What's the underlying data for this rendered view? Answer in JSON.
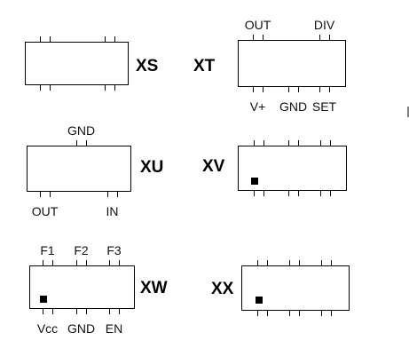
{
  "chips": [
    {
      "id": "xs",
      "name": "XS",
      "top_pins": [
        {
          "label": ""
        },
        {
          "label": ""
        },
        {
          "label": ""
        }
      ],
      "bottom_pins": [
        {
          "label": ""
        },
        {
          "label": ""
        },
        {
          "label": ""
        }
      ],
      "marker": false
    },
    {
      "id": "xt",
      "name": "XT",
      "top_pins": [
        {
          "label": "OUT"
        },
        {
          "label": "DIV"
        }
      ],
      "bottom_pins": [
        {
          "label": "V+"
        },
        {
          "label": "GND"
        },
        {
          "label": "SET"
        }
      ],
      "marker": false
    },
    {
      "id": "xu",
      "name": "XU",
      "top_pins": [
        {
          "label": "GND"
        }
      ],
      "bottom_pins": [
        {
          "label": "OUT"
        },
        {
          "label": "IN"
        }
      ],
      "marker": false
    },
    {
      "id": "xv",
      "name": "XV",
      "top_pins": [
        {
          "label": ""
        },
        {
          "label": ""
        },
        {
          "label": ""
        }
      ],
      "bottom_pins": [
        {
          "label": ""
        },
        {
          "label": ""
        },
        {
          "label": ""
        }
      ],
      "marker": true
    },
    {
      "id": "xw",
      "name": "XW",
      "top_pins": [
        {
          "label": "F1"
        },
        {
          "label": "F2"
        },
        {
          "label": "F3"
        }
      ],
      "bottom_pins": [
        {
          "label": "Vcc"
        },
        {
          "label": "GND"
        },
        {
          "label": "EN"
        }
      ],
      "marker": true
    },
    {
      "id": "xx",
      "name": "XX",
      "top_pins": [
        {
          "label": ""
        },
        {
          "label": ""
        },
        {
          "label": ""
        }
      ],
      "bottom_pins": [
        {
          "label": ""
        },
        {
          "label": ""
        },
        {
          "label": ""
        }
      ],
      "marker": true
    }
  ]
}
